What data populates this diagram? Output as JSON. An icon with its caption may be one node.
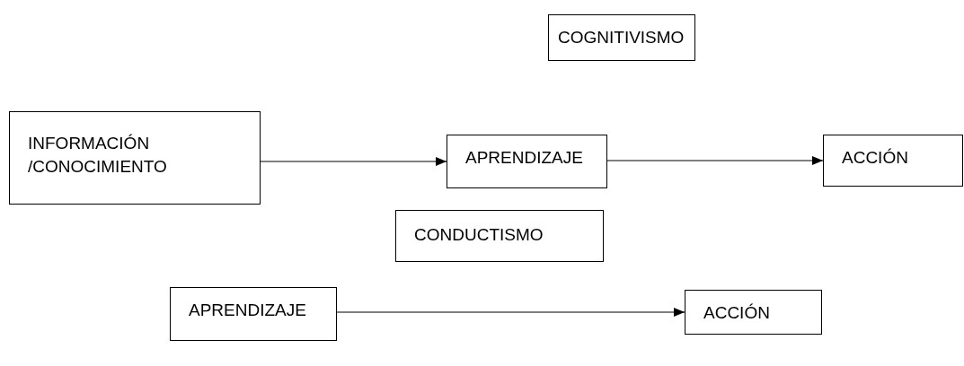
{
  "diagram": {
    "nodes": [
      {
        "text": [
          "COGNITIVISMO"
        ]
      },
      {
        "text": [
          "INFORMACIÓN /CONOCIMIENTO"
        ]
      },
      {
        "text": [
          "APRENDIZAJE"
        ]
      },
      {
        "text": [
          "ACCIÓN"
        ]
      },
      {
        "text": [
          "CONDUCTISMO"
        ]
      },
      {
        "text": [
          "APRENDIZAJE"
        ]
      },
      {
        "text": [
          "ACCIÓN"
        ]
      }
    ],
    "edges": [
      {
        "from": 1,
        "to": 2,
        "arrow": "to"
      },
      {
        "from": 2,
        "to": 3,
        "arrow": "to"
      },
      {
        "from": 5,
        "to": 6,
        "arrow": "to"
      }
    ]
  }
}
